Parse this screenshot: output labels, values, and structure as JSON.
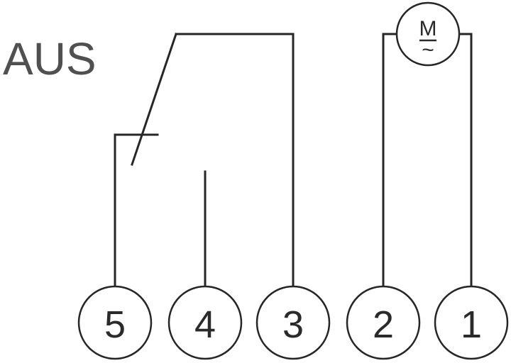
{
  "switch_label": "AUS",
  "motor": {
    "symbol": "M",
    "ac_symbol": "~"
  },
  "terminals": [
    "5",
    "4",
    "3",
    "2",
    "1"
  ]
}
